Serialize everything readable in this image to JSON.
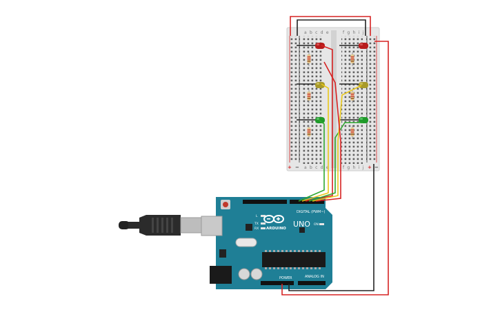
{
  "board": {
    "brand_label": "ARDUINO",
    "model_label": "UNO",
    "digital_label": "DIGITAL (PWM~)",
    "power_label": "POWER",
    "analog_label": "ANALOG IN",
    "led_labels": [
      "L",
      "TX",
      "RX"
    ],
    "on_label": "ON"
  },
  "breadboard": {
    "column_letters_left": [
      "a",
      "b",
      "c",
      "d",
      "e"
    ],
    "column_letters_right": [
      "f",
      "g",
      "h",
      "i",
      "j"
    ],
    "rail_plus": "+",
    "rail_minus": "−"
  },
  "colors": {
    "wire_red": "#d62222",
    "wire_black": "#222222",
    "wire_yellow": "#e9c81a",
    "wire_green": "#2fa82f",
    "board_teal": "#1f7f96",
    "led_red": "#b71c1c",
    "led_yellow": "#a89a2a",
    "led_green": "#1f9a2a"
  },
  "traffic_lights": [
    {
      "name": "red",
      "leds": 2
    },
    {
      "name": "yellow",
      "leds": 2
    },
    {
      "name": "green",
      "leds": 2
    }
  ]
}
